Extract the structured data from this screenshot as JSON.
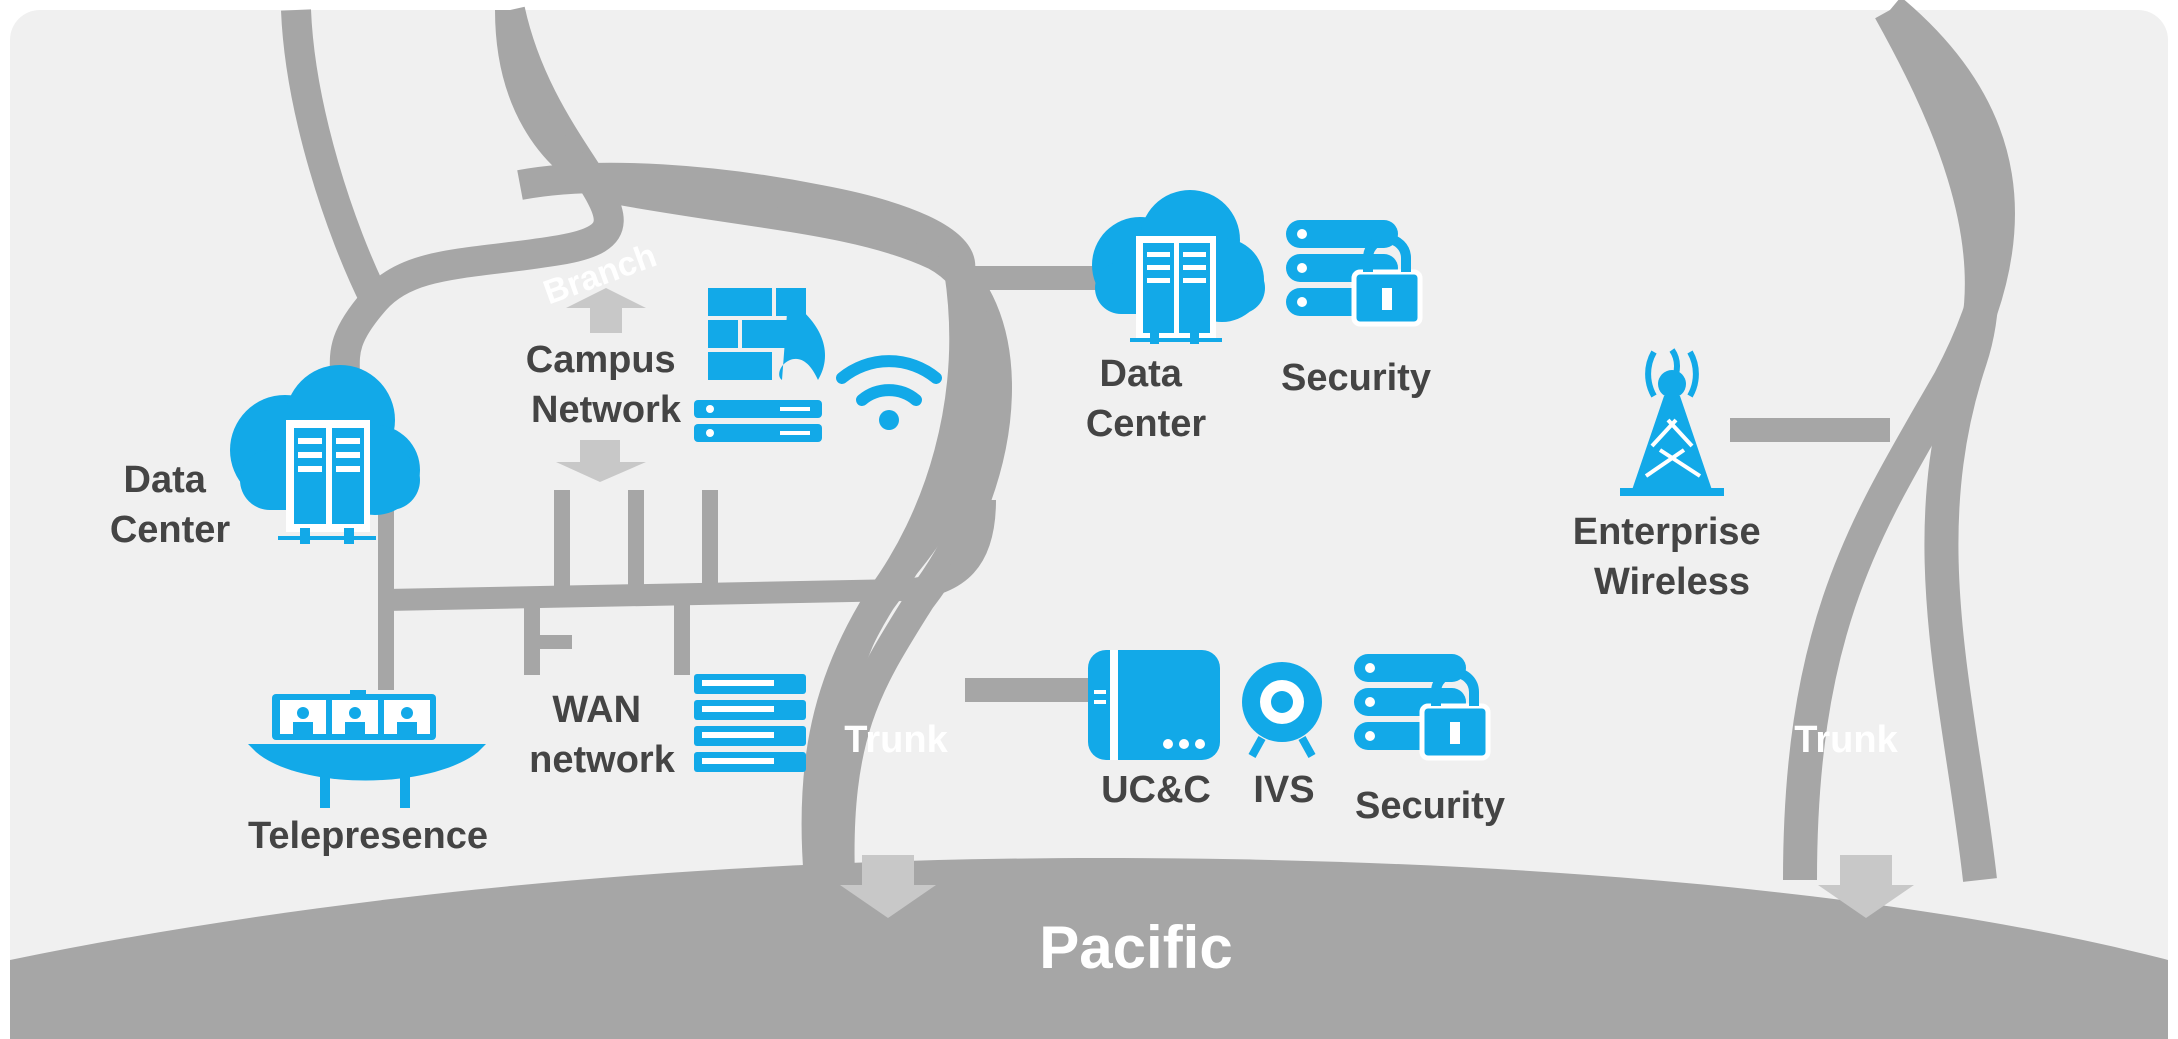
{
  "colors": {
    "road": "#a6a6a6",
    "icon": "#12a9e8",
    "label": "#444444",
    "background": "#f0f0f0"
  },
  "labels": {
    "branch": "Branch",
    "campus_network": [
      "Campus",
      "Network"
    ],
    "data_center_left": [
      "Data",
      "Center"
    ],
    "data_center_top": [
      "Data",
      "Center"
    ],
    "security_top": "Security",
    "enterprise_wireless": [
      "Enterprise",
      "Wireless"
    ],
    "wan_network": [
      "WAN",
      "network"
    ],
    "telepresence": "Telepresence",
    "trunk_left": "Trunk",
    "trunk_right": "Trunk",
    "ucc": "UC&C",
    "ivs": "IVS",
    "security_bottom": "Security",
    "pacific": "Pacific"
  },
  "icons": [
    "cloud-datacenter-icon",
    "firewall-icon",
    "server-icon",
    "wifi-icon",
    "secure-storage-icon",
    "wireless-tower-icon",
    "telepresence-icon",
    "switch-rack-icon",
    "phone-icon",
    "webcam-icon",
    "down-arrow-icon",
    "up-arrow-icon"
  ]
}
